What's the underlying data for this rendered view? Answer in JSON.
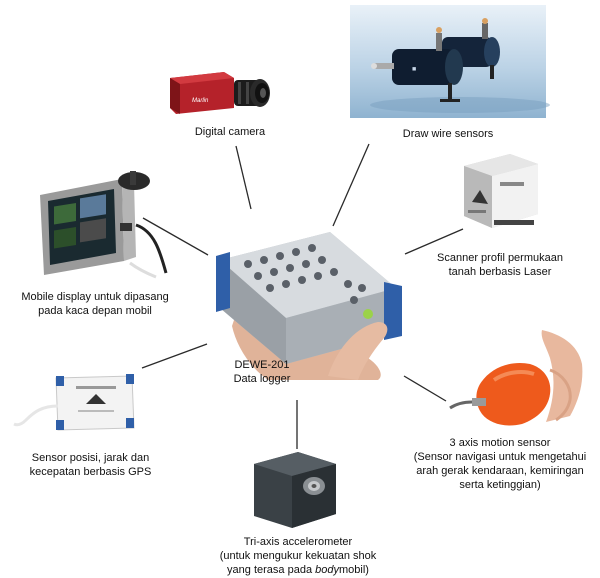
{
  "center": {
    "line1": "DEWE-201",
    "line2": "Data logger"
  },
  "peripherals": [
    {
      "id": "digital-camera",
      "lines": [
        "Digital camera"
      ]
    },
    {
      "id": "draw-wire-sensors",
      "lines": [
        "Draw wire sensors"
      ]
    },
    {
      "id": "laser-scanner",
      "lines": [
        "Scanner profil permukaan",
        "tanah berbasis Laser"
      ]
    },
    {
      "id": "mobile-display",
      "lines": [
        "Mobile display untuk dipasang",
        "pada kaca depan mobil"
      ]
    },
    {
      "id": "gps-sensor",
      "lines": [
        "Sensor posisi, jarak dan",
        "kecepatan berbasis GPS"
      ]
    },
    {
      "id": "motion-sensor",
      "lines": [
        "3 axis motion sensor",
        "(Sensor navigasi untuk mengetahui",
        "arah gerak kendaraan, kemiringan",
        "serta ketinggian)"
      ]
    },
    {
      "id": "accelerometer",
      "lines": [
        "Tri-axis accelerometer",
        "(untuk mengukur kekuatan shok"
      ],
      "line3_pre": "yang terasa pada ",
      "line3_em": "body",
      "line3_post": "mobil)"
    }
  ],
  "colors": {
    "connector": "#2a2a2a",
    "logger_blue": "#2f5fa8",
    "motion_orange": "#ee5a1c",
    "camera_red": "#b5222a"
  }
}
